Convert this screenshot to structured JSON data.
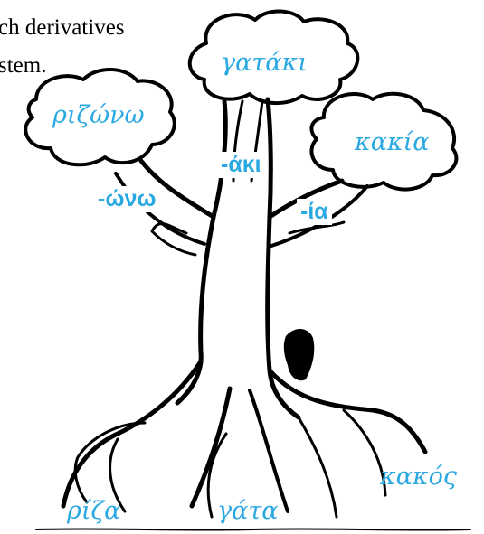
{
  "caption": {
    "line1": "ch derivatives",
    "line2": "stem."
  },
  "leaves": {
    "left": "ριζώνω",
    "center": "γατάκι",
    "right": "κακία"
  },
  "suffixes": {
    "left": "-ώνω",
    "center": "-άκι",
    "right": "-ία"
  },
  "roots": {
    "left": "ρίζα",
    "center": "γάτα",
    "right": "κακός"
  },
  "colors": {
    "label": "#2aa8e2",
    "ink": "#000000",
    "background": "#ffffff"
  }
}
